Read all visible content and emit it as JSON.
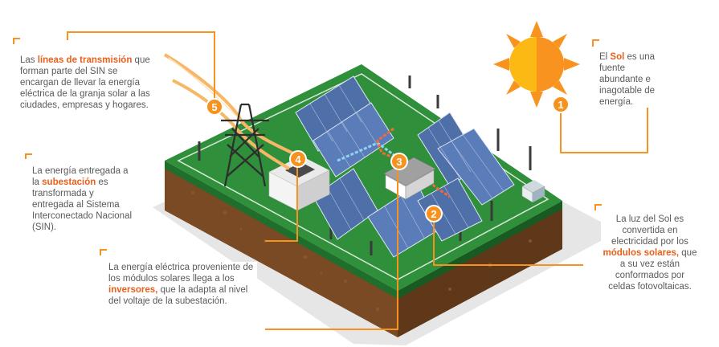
{
  "colors": {
    "accent": "#f7921e",
    "accent_dark": "#e8601c",
    "text": "#5a5a5a",
    "grass": "#2f8f3a",
    "soil": "#6b3f1f",
    "panel": "#4f6fa8",
    "sun": "#fdb913"
  },
  "badges": [
    "1",
    "2",
    "3",
    "4",
    "5"
  ],
  "callouts": {
    "sol": {
      "pre": "El ",
      "bold": "Sol",
      "post": " es una fuente abundante e inagotable de energía."
    },
    "modulos": {
      "pre": "La luz del Sol es convertida en electricidad por los ",
      "bold": "módulos solares,",
      "post": " que a su vez están conformados por celdas fotovoltaicas."
    },
    "inversores": {
      "pre": "La energía eléctrica proveniente de los módulos solares llega a los ",
      "bold": "inversores,",
      "post": " que la adapta al nivel del voltaje de la subestación."
    },
    "subestacion": {
      "pre": "La energía entregada a la ",
      "bold": "subestación",
      "post": " es transformada y entregada al Sistema Interconectado Nacional (SIN)."
    },
    "lineas": {
      "pre": "Las ",
      "bold": "líneas de transmisión",
      "post": " que forman parte del SIN se encargan de llevar la energía eléctrica de la granja solar a las ciudades, empresas y hogares."
    }
  },
  "icons": [
    "sun-icon",
    "solar-panel-icon",
    "inverter-icon",
    "substation-icon",
    "transmission-tower-icon",
    "lamp-post-icon"
  ]
}
